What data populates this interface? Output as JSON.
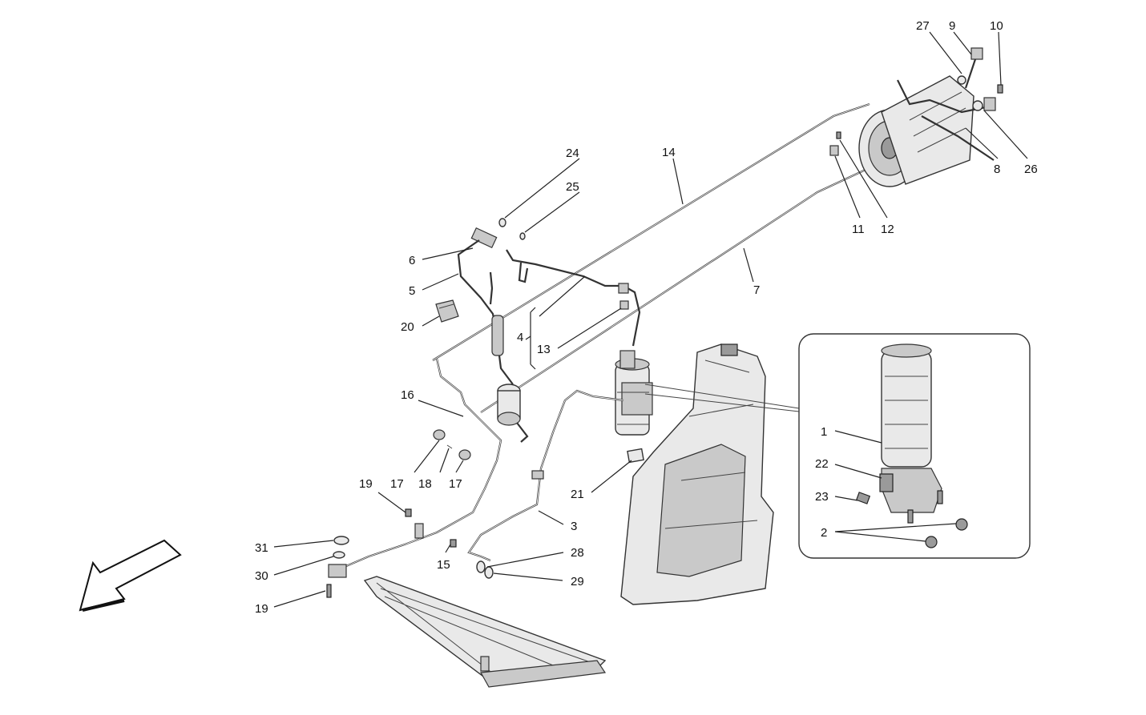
{
  "callouts": {
    "c1": "1",
    "c2": "2",
    "c3": "3",
    "c4": "4",
    "c5": "5",
    "c6": "6",
    "c7": "7",
    "c8": "8",
    "c9": "9",
    "c10": "10",
    "c11": "11",
    "c12": "12",
    "c13": "13",
    "c14": "14",
    "c15": "15",
    "c16": "16",
    "c17a": "17",
    "c17b": "17",
    "c18": "18",
    "c19a": "19",
    "c19b": "19",
    "c20": "20",
    "c21": "21",
    "c22": "22",
    "c23": "23",
    "c24": "24",
    "c25": "25",
    "c26": "26",
    "c27": "27",
    "c28": "28",
    "c29": "29",
    "c30": "30",
    "c31": "31"
  },
  "direction_arrow": "front-direction-arrow",
  "colors": {
    "line": "#222222",
    "fill_light": "#e9e9e9",
    "fill_mid": "#c9c9c9",
    "fill_dark": "#9a9a9a"
  }
}
